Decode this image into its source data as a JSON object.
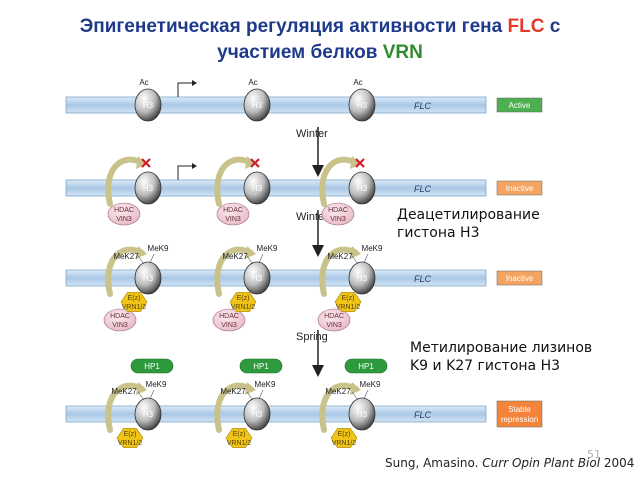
{
  "title": {
    "part1": "Эпигенетическая регуляция активности гена ",
    "gene": "FLC",
    "part2": " с",
    "part3": "участием белков ",
    "protein": "VRN"
  },
  "diagram": {
    "gene_label": "FLC",
    "states": [
      "Active",
      "Inactive",
      "Inactive",
      "Stable repression"
    ],
    "state_colors": [
      "#4caf50",
      "#f4a460",
      "#f4a460",
      "#f4843a"
    ],
    "transitions": [
      "Winter",
      "Winter",
      "Spring"
    ],
    "histone_label": "H3",
    "ac_label": "Ac",
    "hdac_label": [
      "HDAC",
      "VIN3"
    ],
    "ez_label": [
      "E(z)",
      "VRN1/2"
    ],
    "mek9_label": "MeK9",
    "mek27_label": "MeK27",
    "hp1_label": "HP1"
  },
  "notes": {
    "deacetylation": [
      "Деацетилирование",
      "гистона H3"
    ],
    "methylation": [
      "Метилирование лизинов",
      "K9 и K27 гистона H3"
    ]
  },
  "citation": {
    "authors": "Sung, Amasino. ",
    "journal": "Curr Opin Plant Biol",
    "year": " 2004"
  },
  "page_number": "51"
}
